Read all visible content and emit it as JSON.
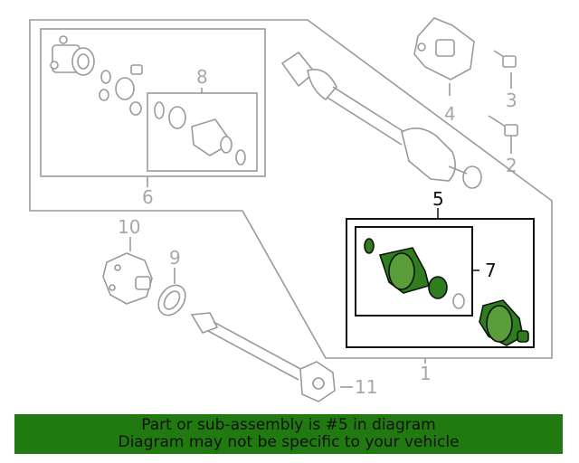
{
  "callouts": {
    "c1": "1",
    "c2": "2",
    "c3": "3",
    "c4": "4",
    "c5": "5",
    "c6": "6",
    "c7": "7",
    "c8": "8",
    "c9": "9",
    "c10": "10",
    "c11": "11"
  },
  "highlighted_part": "5",
  "colors": {
    "highlight": "#2e7d1e",
    "banner": "#217a0f",
    "outline": "#9a9a9a"
  },
  "banner": {
    "line1": "Part or sub-assembly is #5 in diagram",
    "line2": "Diagram may not be specific to your vehicle"
  }
}
